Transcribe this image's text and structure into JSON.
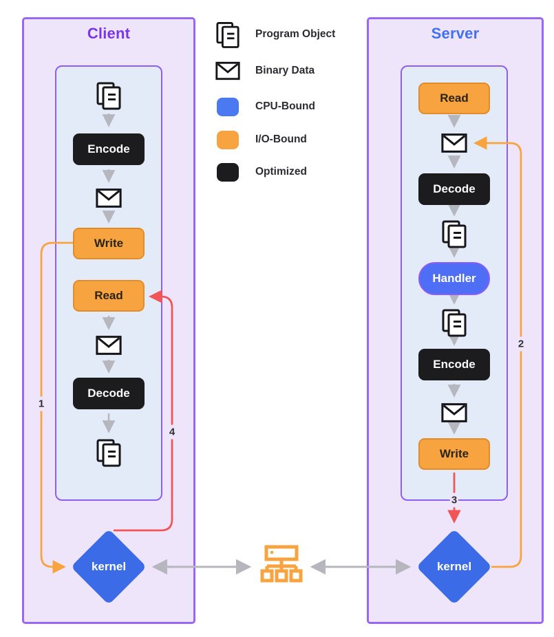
{
  "legend": {
    "items": [
      {
        "icon": "program-object-icon",
        "label": "Program Object"
      },
      {
        "icon": "binary-data-icon",
        "label": "Binary Data"
      },
      {
        "icon": "cpu-bound-swatch",
        "label": "CPU-Bound",
        "color": "#4A79F2"
      },
      {
        "icon": "io-bound-swatch",
        "label": "I/O-Bound",
        "color": "#F7A440"
      },
      {
        "icon": "optimized-swatch",
        "label": "Optimized",
        "color": "#1C1C1E"
      }
    ]
  },
  "client": {
    "title": "Client",
    "encode": "Encode",
    "write": "Write",
    "read": "Read",
    "decode": "Decode",
    "kernel": "kernel",
    "label_write_to_kernel": "1",
    "label_kernel_to_read": "4"
  },
  "server": {
    "title": "Server",
    "read": "Read",
    "decode": "Decode",
    "handler": "Handler",
    "encode": "Encode",
    "write": "Write",
    "kernel": "kernel",
    "label_kernel_to_data": "2",
    "label_write_to_kernel": "3"
  },
  "colors": {
    "panel_fill": "#EEE5FB",
    "panel_border": "#9A66F4",
    "inner_fill": "#E3EBF9",
    "inner_border": "#8F5CF6",
    "client_title": "#7A36EC",
    "server_title": "#4170F0",
    "io_orange": "#F7A440",
    "cpu_blue": "#4A79F2",
    "kernel_blue": "#3C6BE8",
    "optimized_black": "#1C1C1E",
    "flow_gray": "#B6B6BE",
    "signal_red": "#F25555"
  }
}
